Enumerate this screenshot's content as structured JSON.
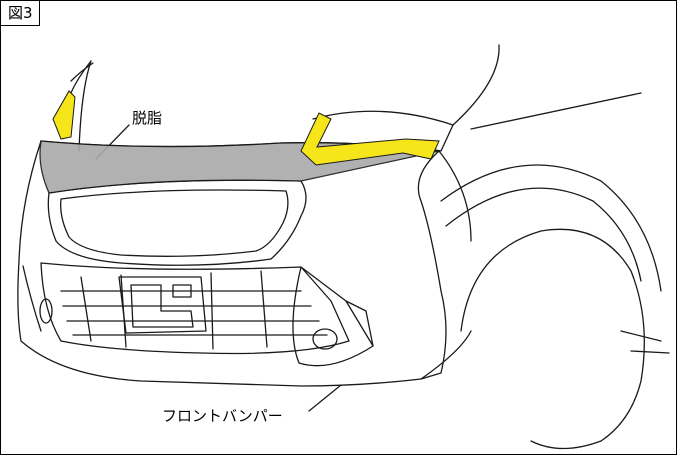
{
  "figure": {
    "label": "図3"
  },
  "callouts": {
    "degrease": "脱脂",
    "front_bumper": "フロントバンパー"
  },
  "colors": {
    "tape_yellow": "#f6e51a",
    "degrease_area_gray": "#a9a9a9",
    "line": "#1a1a1a"
  }
}
